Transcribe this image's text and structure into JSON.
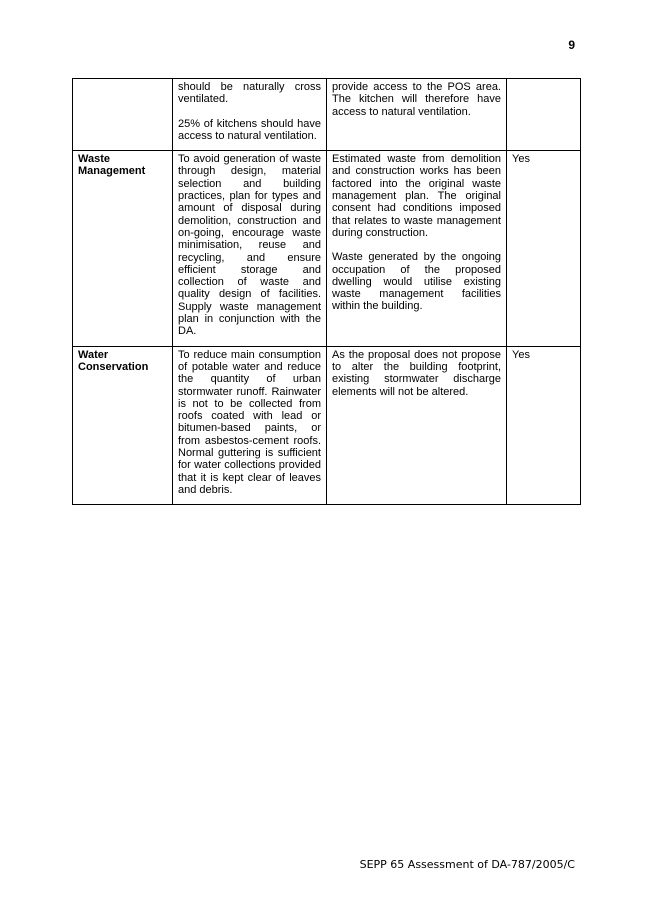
{
  "page": {
    "number": "9",
    "footer": "SEPP 65 Assessment of DA-787/2005/C"
  },
  "table": {
    "rows": [
      {
        "topic": "",
        "requirement": [
          "should be naturally cross ventilated.",
          "25% of kitchens should have access to natural ventilation."
        ],
        "comment": [
          "provide access to the POS area. The kitchen will therefore have access to natural ventilation."
        ],
        "complies": ""
      },
      {
        "topic": "Waste Management",
        "requirement": [
          "To avoid generation of waste through design, material selection and building practices, plan for types and amount of disposal during demolition, construction and on-going, encourage waste minimisation, reuse and recycling, and ensure efficient storage and collection of waste and quality design of facilities. Supply waste management plan in conjunction with the DA."
        ],
        "comment": [
          "Estimated waste from demolition and construction works has been factored into the original waste management plan. The original consent had conditions imposed that relates to waste management during construction.",
          "Waste generated by the ongoing occupation of the proposed dwelling would utilise existing waste management facilities within the building."
        ],
        "complies": "Yes"
      },
      {
        "topic": "Water Conservation",
        "requirement": [
          "To reduce main consumption of potable water and reduce the quantity of urban stormwater runoff. Rainwater is not to be collected from roofs coated with lead or bitumen-based paints, or from asbestos-cement roofs. Normal guttering is sufficient for water collections provided that it is kept clear of leaves and debris."
        ],
        "comment": [
          "As the proposal does not propose to alter the building footprint, existing stormwater discharge elements will not be altered."
        ],
        "complies": "Yes"
      }
    ]
  }
}
